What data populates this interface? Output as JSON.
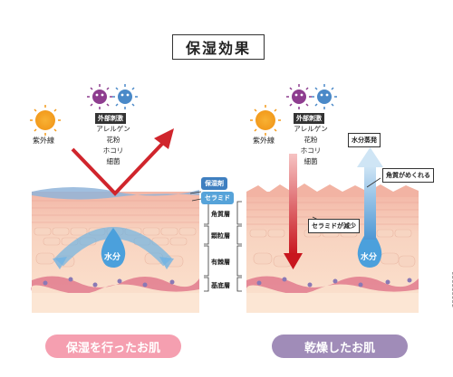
{
  "title": "保湿効果",
  "sun_label": "紫外線",
  "external_stimulus": "外部刺激",
  "irritants": [
    "アレルゲン",
    "花粉",
    "ホコリ",
    "細菌"
  ],
  "left": {
    "moisturizer_label": "保湿剤",
    "ceramide_label": "セラミド",
    "water_label": "水分",
    "caption": "保湿を行ったお肌"
  },
  "layers": [
    "角質層",
    "顆粒層",
    "有棘層",
    "基底層"
  ],
  "right": {
    "evaporation_label": "水分蒸発",
    "peeling_label": "角質がめくれる",
    "ceramide_decrease_label": "セラミドが減少",
    "water_label": "水分",
    "caption": "乾燥したお肌"
  },
  "watermark_id": "399953980",
  "colors": {
    "left_caption_bg": "#f59fb0",
    "right_caption_bg": "#a08cb8",
    "skin_top": "#f7c9b8",
    "skin_mid": "#f9d9c3",
    "arrow_red": "#d0252c",
    "arrow_blue": "#5aa6db",
    "moisturizer": "#8fb4d9"
  }
}
